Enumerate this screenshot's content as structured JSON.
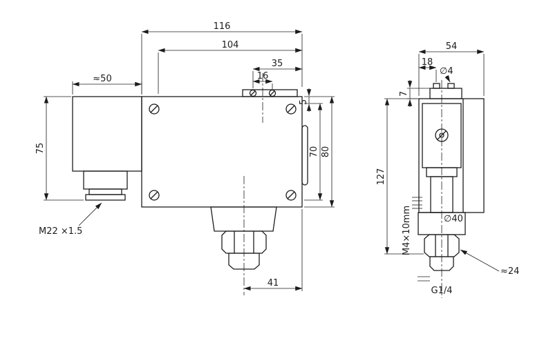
{
  "colors": {
    "line": "#1c1c1c",
    "background": "#ffffff"
  },
  "front_view": {
    "dim_width_total": "116",
    "dim_width_cover": "104",
    "dim_entry_to_edge": "35",
    "dim_entry_screws": "16",
    "dim_block_width": "≈50",
    "dim_block_height": "75",
    "dim_edge_gap": "5",
    "dim_holes_span": "70",
    "dim_body_height": "80",
    "dim_port_offset": "41",
    "label_conduit": "M22 ×1.5"
  },
  "side_view": {
    "dim_depth": "54",
    "dim_screw_offset": "18",
    "dim_screw_dia": "∅4",
    "dim_cap_height": "7",
    "dim_total_height": "127",
    "dim_bellows_dia": "∅40",
    "label_mount_screw": "M4×10mm",
    "label_port_thread": "G1/4",
    "label_hex": "≈24"
  }
}
